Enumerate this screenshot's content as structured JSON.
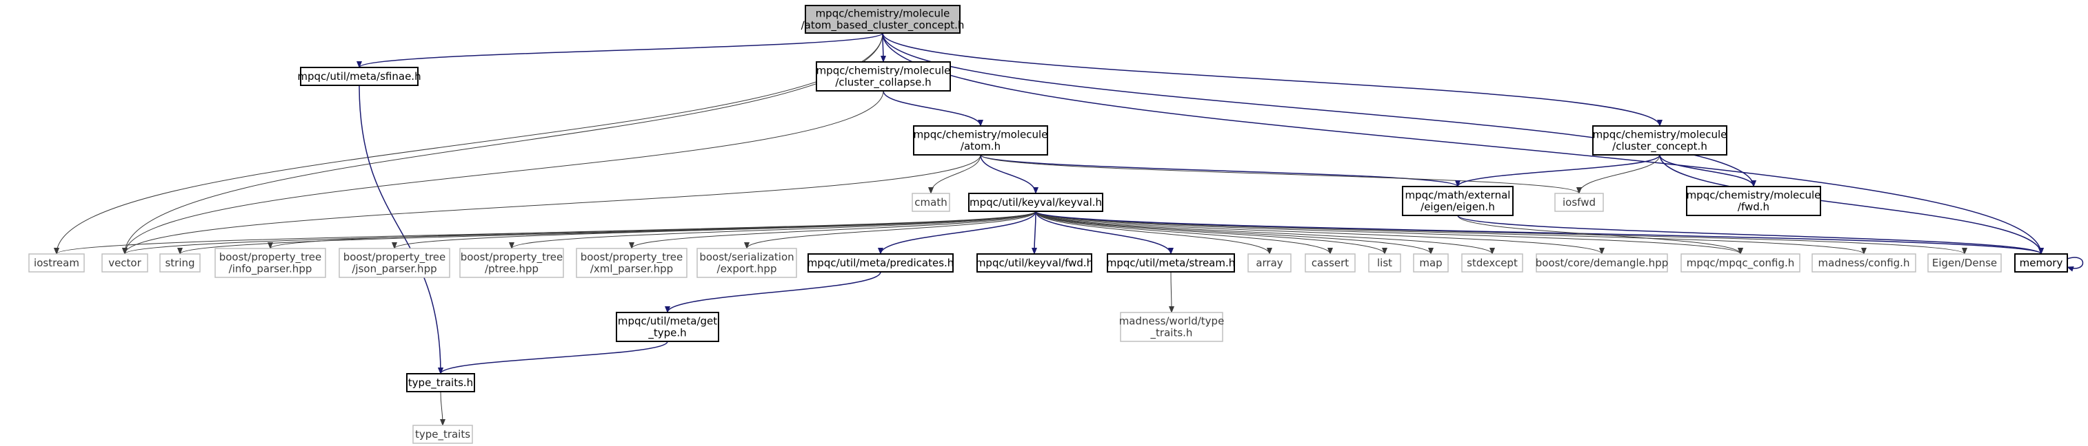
{
  "nodes": {
    "root": {
      "lines": [
        "mpqc/chemistry/molecule",
        "/atom_based_cluster_concept.h"
      ],
      "kind": "root"
    },
    "sfinae": {
      "lines": [
        "mpqc/util/meta/sfinae.h"
      ],
      "kind": "project"
    },
    "cluster_collapse": {
      "lines": [
        "mpqc/chemistry/molecule",
        "/cluster_collapse.h"
      ],
      "kind": "project"
    },
    "atom": {
      "lines": [
        "mpqc/chemistry/molecule",
        "/atom.h"
      ],
      "kind": "project"
    },
    "cluster_concept": {
      "lines": [
        "mpqc/chemistry/molecule",
        "/cluster_concept.h"
      ],
      "kind": "project"
    },
    "mol_fwd": {
      "lines": [
        "mpqc/chemistry/molecule",
        "/fwd.h"
      ],
      "kind": "project"
    },
    "cmath": {
      "lines": [
        "cmath"
      ],
      "kind": "system"
    },
    "keyval": {
      "lines": [
        "mpqc/util/keyval/keyval.h"
      ],
      "kind": "project"
    },
    "eigen": {
      "lines": [
        "mpqc/math/external",
        "/eigen/eigen.h"
      ],
      "kind": "project"
    },
    "iosfwd": {
      "lines": [
        "iosfwd"
      ],
      "kind": "system"
    },
    "iostream": {
      "lines": [
        "iostream"
      ],
      "kind": "system"
    },
    "vector": {
      "lines": [
        "vector"
      ],
      "kind": "system"
    },
    "string": {
      "lines": [
        "string"
      ],
      "kind": "system"
    },
    "info_parser": {
      "lines": [
        "boost/property_tree",
        "/info_parser.hpp"
      ],
      "kind": "system"
    },
    "json_parser": {
      "lines": [
        "boost/property_tree",
        "/json_parser.hpp"
      ],
      "kind": "system"
    },
    "ptree": {
      "lines": [
        "boost/property_tree",
        "/ptree.hpp"
      ],
      "kind": "system"
    },
    "xml_parser": {
      "lines": [
        "boost/property_tree",
        "/xml_parser.hpp"
      ],
      "kind": "system"
    },
    "serialization_export": {
      "lines": [
        "boost/serialization",
        "/export.hpp"
      ],
      "kind": "system"
    },
    "predicates": {
      "lines": [
        "mpqc/util/meta/predicates.h"
      ],
      "kind": "project"
    },
    "keyval_fwd": {
      "lines": [
        "mpqc/util/keyval/fwd.h"
      ],
      "kind": "project"
    },
    "stream": {
      "lines": [
        "mpqc/util/meta/stream.h"
      ],
      "kind": "project"
    },
    "array": {
      "lines": [
        "array"
      ],
      "kind": "system"
    },
    "cassert": {
      "lines": [
        "cassert"
      ],
      "kind": "system"
    },
    "list": {
      "lines": [
        "list"
      ],
      "kind": "system"
    },
    "map": {
      "lines": [
        "map"
      ],
      "kind": "system"
    },
    "stdexcept": {
      "lines": [
        "stdexcept"
      ],
      "kind": "system"
    },
    "demangle": {
      "lines": [
        "boost/core/demangle.hpp"
      ],
      "kind": "system"
    },
    "mpqc_config": {
      "lines": [
        "mpqc/mpqc_config.h"
      ],
      "kind": "system"
    },
    "madness_config": {
      "lines": [
        "madness/config.h"
      ],
      "kind": "system"
    },
    "eigen_dense": {
      "lines": [
        "Eigen/Dense"
      ],
      "kind": "system"
    },
    "memory": {
      "lines": [
        "memory"
      ],
      "kind": "project"
    },
    "get_type": {
      "lines": [
        "mpqc/util/meta/get",
        "_type.h"
      ],
      "kind": "project"
    },
    "madness_type_traits": {
      "lines": [
        "madness/world/type",
        "_traits.h"
      ],
      "kind": "system"
    },
    "type_traits_h": {
      "lines": [
        "type_traits.h"
      ],
      "kind": "project"
    },
    "type_traits": {
      "lines": [
        "type_traits"
      ],
      "kind": "system"
    }
  },
  "edges": [
    [
      "root",
      "sfinae"
    ],
    [
      "root",
      "cluster_collapse"
    ],
    [
      "root",
      "cluster_concept"
    ],
    [
      "root",
      "mol_fwd"
    ],
    [
      "root",
      "iostream"
    ],
    [
      "root",
      "vector"
    ],
    [
      "root",
      "memory"
    ],
    [
      "sfinae",
      "type_traits_h"
    ],
    [
      "cluster_collapse",
      "atom"
    ],
    [
      "cluster_collapse",
      "vector"
    ],
    [
      "atom",
      "cmath"
    ],
    [
      "atom",
      "keyval"
    ],
    [
      "atom",
      "eigen"
    ],
    [
      "atom",
      "iosfwd"
    ],
    [
      "atom",
      "vector"
    ],
    [
      "cluster_concept",
      "eigen"
    ],
    [
      "cluster_concept",
      "iosfwd"
    ],
    [
      "cluster_concept",
      "mol_fwd"
    ],
    [
      "cluster_concept",
      "memory"
    ],
    [
      "keyval",
      "iostream"
    ],
    [
      "keyval",
      "vector"
    ],
    [
      "keyval",
      "string"
    ],
    [
      "keyval",
      "info_parser"
    ],
    [
      "keyval",
      "json_parser"
    ],
    [
      "keyval",
      "ptree"
    ],
    [
      "keyval",
      "xml_parser"
    ],
    [
      "keyval",
      "serialization_export"
    ],
    [
      "keyval",
      "predicates"
    ],
    [
      "keyval",
      "keyval_fwd"
    ],
    [
      "keyval",
      "stream"
    ],
    [
      "keyval",
      "array"
    ],
    [
      "keyval",
      "cassert"
    ],
    [
      "keyval",
      "list"
    ],
    [
      "keyval",
      "map"
    ],
    [
      "keyval",
      "stdexcept"
    ],
    [
      "keyval",
      "demangle"
    ],
    [
      "keyval",
      "mpqc_config"
    ],
    [
      "keyval",
      "madness_config"
    ],
    [
      "keyval",
      "eigen_dense"
    ],
    [
      "keyval",
      "memory"
    ],
    [
      "eigen",
      "mpqc_config"
    ],
    [
      "eigen",
      "memory"
    ],
    [
      "predicates",
      "get_type"
    ],
    [
      "get_type",
      "type_traits_h"
    ],
    [
      "stream",
      "madness_type_traits"
    ],
    [
      "type_traits_h",
      "type_traits"
    ],
    [
      "memory",
      "memory"
    ]
  ]
}
